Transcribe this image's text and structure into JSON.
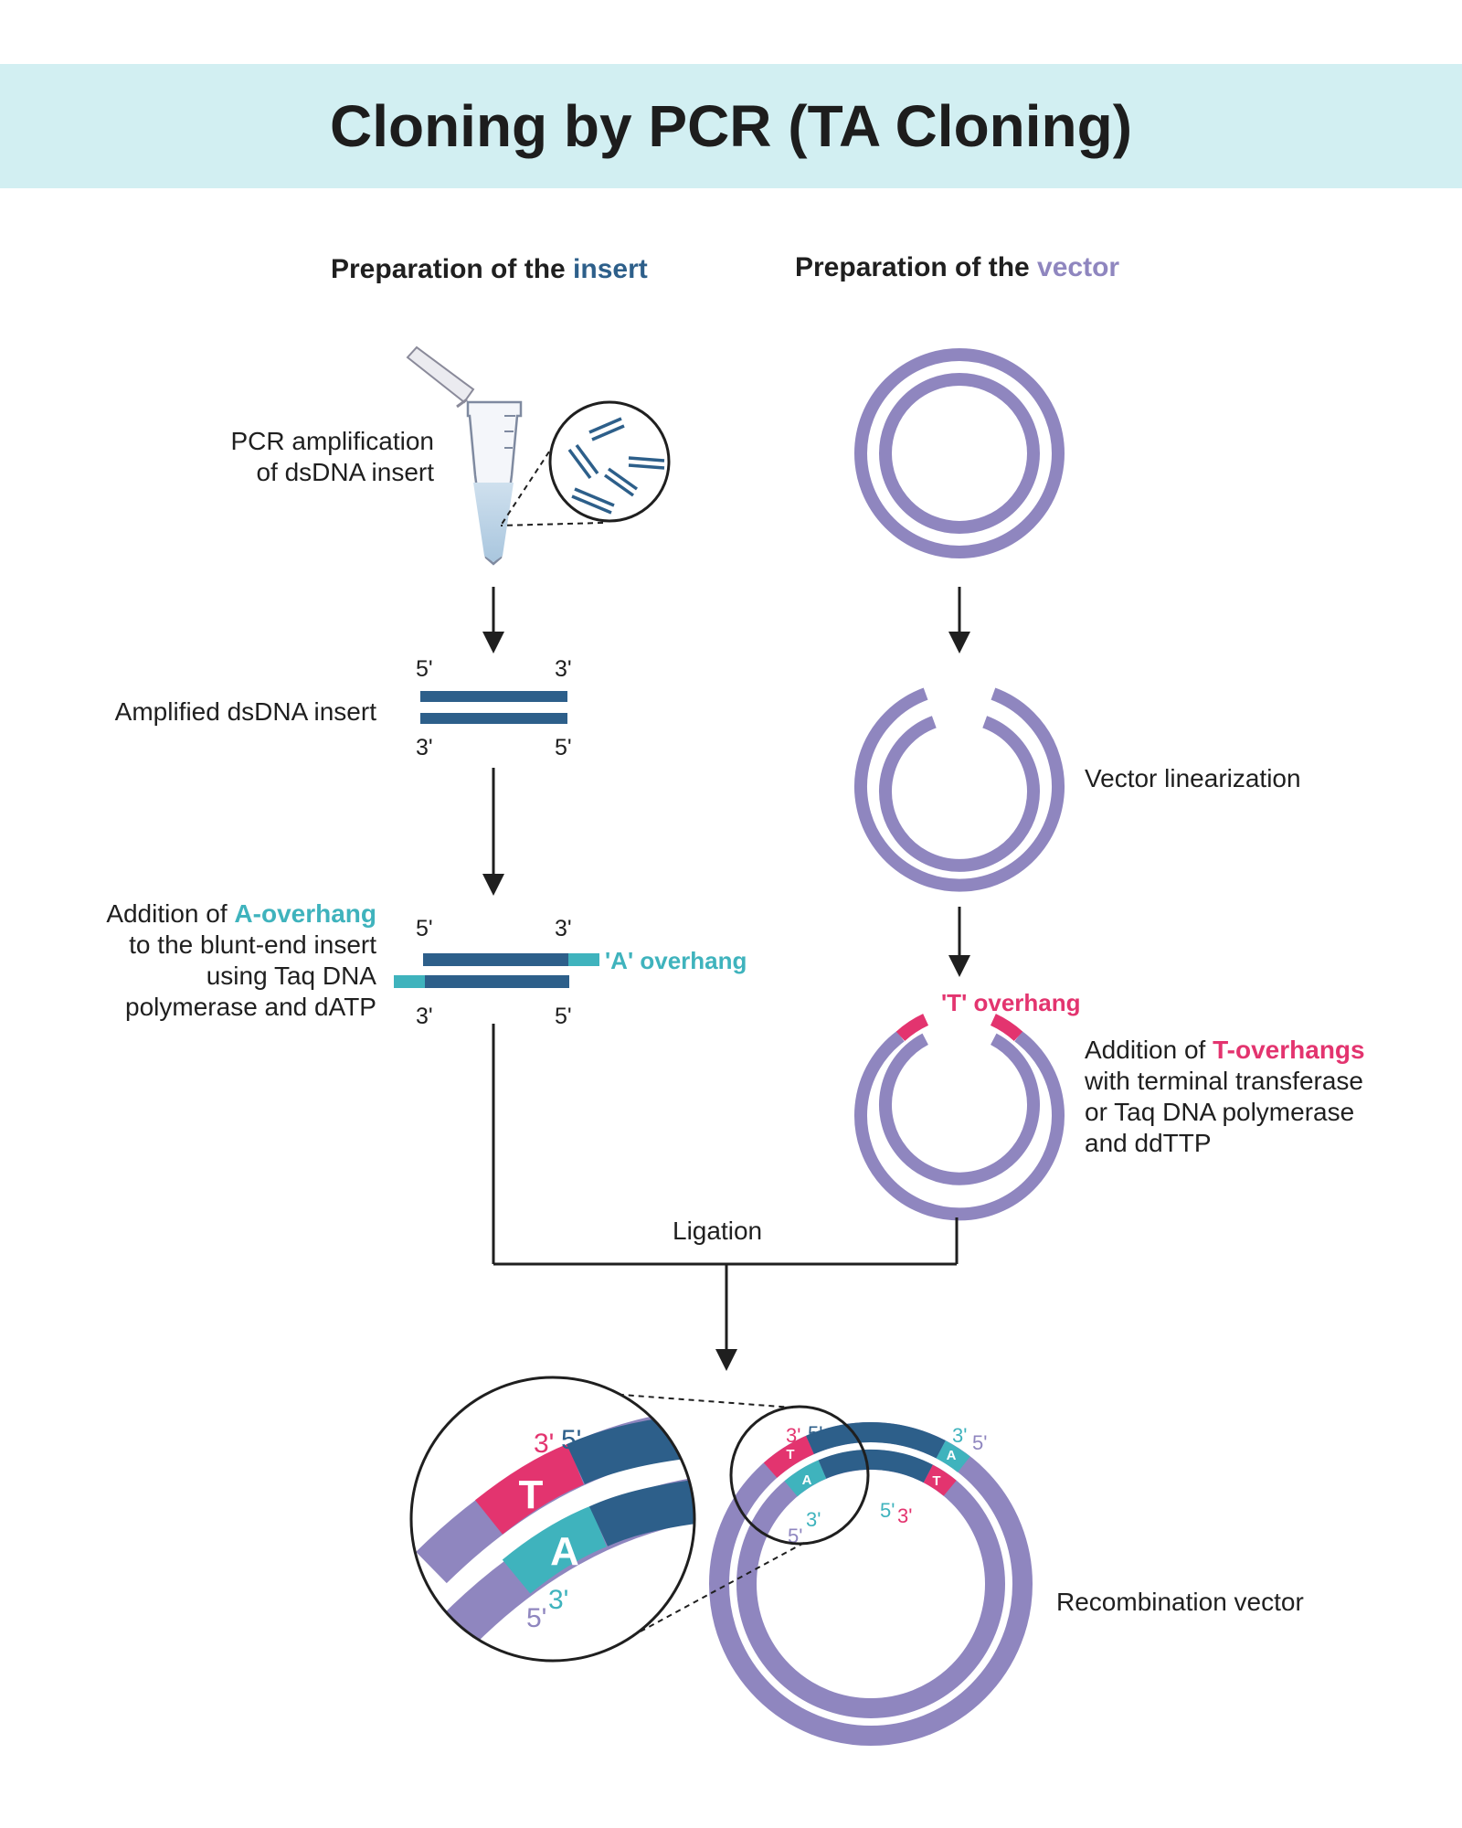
{
  "title": "Cloning by PCR (TA Cloning)",
  "colors": {
    "banner": "#d2eff2",
    "insert": "#2d5f8a",
    "vector": "#8f86bf",
    "a_overhang": "#3fb3bd",
    "t_overhang": "#e3346f"
  },
  "insert_column": {
    "heading_prefix": "Preparation of the ",
    "heading_highlight": "insert",
    "pcr_label_line1": "PCR amplification",
    "pcr_label_line2": "of dsDNA insert",
    "amplified_label": "Amplified dsDNA insert",
    "addition_prefix": "Addition of ",
    "addition_highlight": "A-overhang",
    "addition_line2": "to the blunt-end insert",
    "addition_line3": "using Taq DNA",
    "addition_line4": "polymerase and dATP",
    "a_overhang_tag": "'A' overhang",
    "end_5": "5'",
    "end_3": "3'"
  },
  "vector_column": {
    "heading_prefix": "Preparation of the ",
    "heading_highlight": "vector",
    "linearization_label": "Vector linearization",
    "t_overhang_tag": "'T' overhang",
    "addition_prefix": "Addition of ",
    "addition_highlight": "T-overhangs",
    "addition_line2": "with terminal transferase",
    "addition_line3": "or Taq DNA polymerase",
    "addition_line4": "and ddTTP"
  },
  "ligation_label": "Ligation",
  "result": {
    "label": "Recombination vector",
    "base_t": "T",
    "base_a": "A",
    "end_5": "5'",
    "end_3": "3'"
  }
}
